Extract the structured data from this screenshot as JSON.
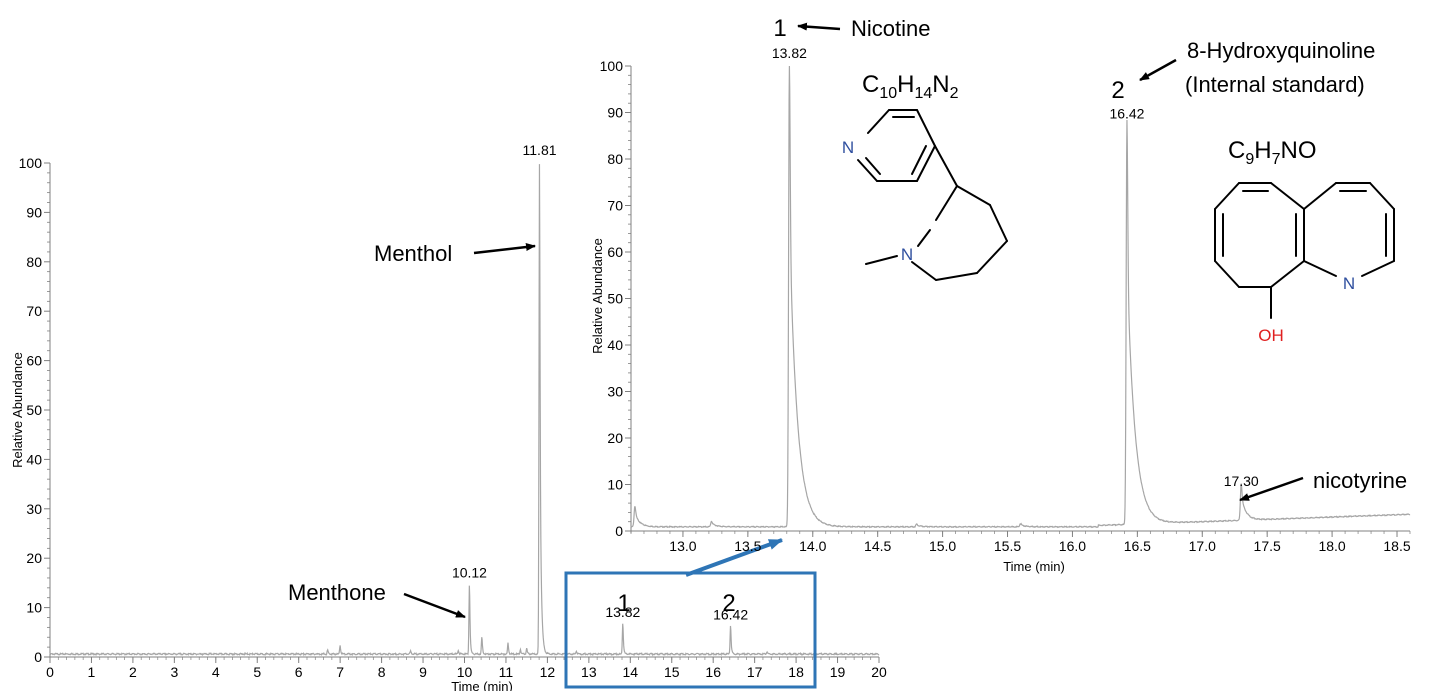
{
  "colors": {
    "trace": "#a6a6a6",
    "axis": "#808080",
    "arrow": "#000000",
    "box": "#2e75b6",
    "nitrogen": "#2f4f9f",
    "oxygen": "#e02020"
  },
  "chart_data": [
    {
      "type": "line",
      "xlabel": "Time (min)",
      "ylabel": "Relative Abundance",
      "xlim": [
        0,
        20
      ],
      "ylim": [
        0,
        100
      ],
      "xticks": [
        "0",
        "1",
        "2",
        "3",
        "4",
        "5",
        "6",
        "7",
        "8",
        "9",
        "10",
        "11",
        "12",
        "13",
        "14",
        "15",
        "16",
        "17",
        "18",
        "19",
        "20"
      ],
      "yticks": [
        "0",
        "10",
        "20",
        "30",
        "40",
        "50",
        "60",
        "70",
        "80",
        "90",
        "100"
      ],
      "grid": false,
      "peaks": [
        {
          "rt": 10.12,
          "y": 14.5,
          "label": "10.12"
        },
        {
          "rt": 11.81,
          "y": 100,
          "label": "11.81"
        },
        {
          "rt": 13.82,
          "y": 6.5,
          "label": "13.82"
        },
        {
          "rt": 16.42,
          "y": 6,
          "label": "16.42"
        }
      ],
      "minor_peaks": [
        {
          "rt": 6.7,
          "y": 0.8
        },
        {
          "rt": 7.0,
          "y": 1.8
        },
        {
          "rt": 8.7,
          "y": 0.6
        },
        {
          "rt": 9.85,
          "y": 0.8
        },
        {
          "rt": 10.42,
          "y": 3.5
        },
        {
          "rt": 11.05,
          "y": 2.2
        },
        {
          "rt": 11.35,
          "y": 1.0
        },
        {
          "rt": 11.5,
          "y": 1.2
        },
        {
          "rt": 12.7,
          "y": 0.7
        },
        {
          "rt": 17.3,
          "y": 0.5
        }
      ],
      "annotations": [
        {
          "text": "Menthol",
          "target_rt": 11.81
        },
        {
          "text": "Menthone",
          "target_rt": 10.12
        }
      ],
      "box_marks": [
        {
          "text": "1",
          "rt": 13.82
        },
        {
          "text": "2",
          "rt": 16.42
        }
      ]
    },
    {
      "type": "line",
      "xlabel": "Time (min)",
      "ylabel": "Relative Abundance",
      "xlim": [
        12.6,
        18.6
      ],
      "ylim": [
        0,
        100
      ],
      "xticks": [
        "13.0",
        "13.5",
        "14.0",
        "14.5",
        "15.0",
        "15.5",
        "16.0",
        "16.5",
        "17.0",
        "17.5",
        "18.0",
        "18.5"
      ],
      "yticks": [
        "0",
        "10",
        "20",
        "30",
        "40",
        "50",
        "60",
        "70",
        "80",
        "90",
        "100"
      ],
      "grid": false,
      "peaks": [
        {
          "rt": 13.82,
          "y": 100,
          "label": "13.82"
        },
        {
          "rt": 16.42,
          "y": 87,
          "label": "16.42"
        },
        {
          "rt": 17.3,
          "y": 8,
          "label": "17.30"
        }
      ],
      "minor_peaks": [
        {
          "rt": 12.63,
          "y": 4.5
        },
        {
          "rt": 13.22,
          "y": 1.2
        },
        {
          "rt": 14.8,
          "y": 0.6
        },
        {
          "rt": 15.6,
          "y": 0.7
        }
      ],
      "annotations": [
        {
          "text": "Nicotine",
          "num": "1",
          "target_rt": 13.82
        },
        {
          "text": "8-Hydroxyquinoline",
          "text2": "(Internal standard)",
          "num": "2",
          "target_rt": 16.42
        },
        {
          "text": "nicotyrine",
          "target_rt": 17.3
        }
      ]
    }
  ],
  "molecules": {
    "nicotine_formula": {
      "base": "C",
      "s1": "10",
      "m1": "H",
      "s2": "14",
      "m2": "N",
      "s3": "2"
    },
    "hq_formula": {
      "base": "C",
      "s1": "9",
      "m1": "H",
      "s2": "7",
      "m2": "NO"
    },
    "atom_n": "N",
    "atom_oh": "OH"
  }
}
